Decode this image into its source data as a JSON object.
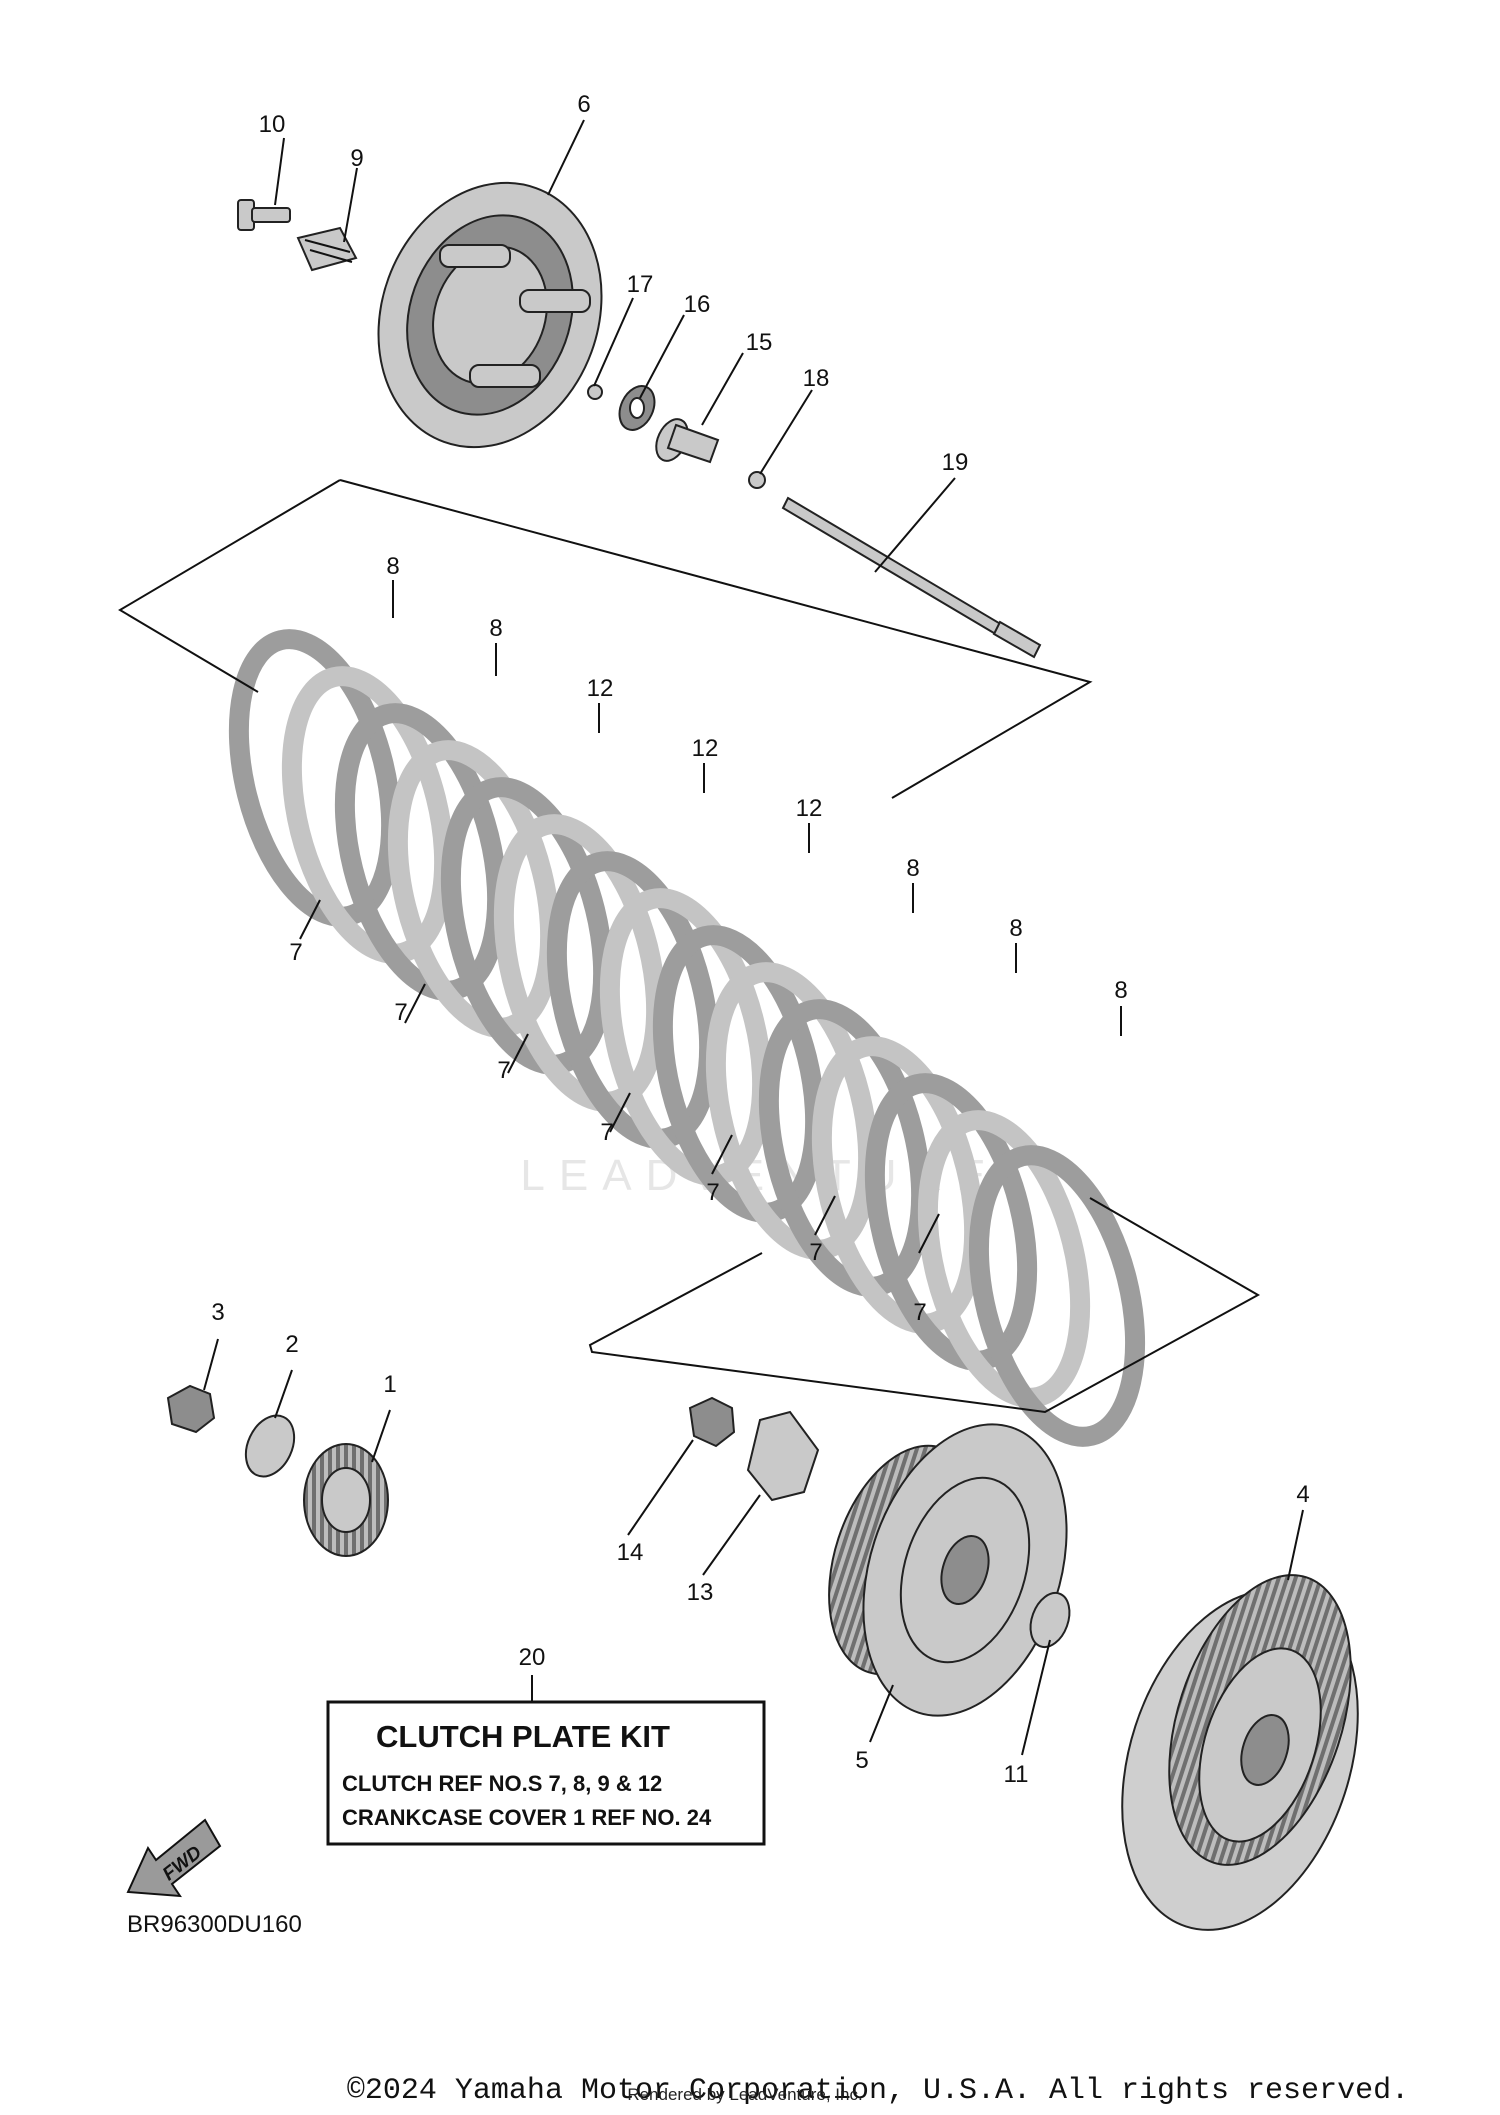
{
  "diagram": {
    "part_numbers": {
      "p1": "1",
      "p2": "2",
      "p3": "3",
      "p4": "4",
      "p5": "5",
      "p6": "6",
      "p9": "9",
      "p10": "10",
      "p11": "11",
      "p13": "13",
      "p14": "14",
      "p15": "15",
      "p16": "16",
      "p17": "17",
      "p18": "18",
      "p19": "19",
      "p20": "20",
      "plate7": "7",
      "plate8": "8",
      "plate12": "12"
    },
    "kit_box": {
      "title": "CLUTCH PLATE KIT",
      "line1": "CLUTCH  REF NO.S  7, 8, 9 & 12",
      "line2": "CRANKCASE COVER 1  REF NO.  24"
    },
    "fwd_label": "FWD",
    "diagram_code": "BR96300DU160",
    "watermark": "LEADVENTURE",
    "copyright": "©2024 Yamaha Motor Corporation, U.S.A. All rights reserved.",
    "rendered_by": "Rendered by LeadVenture, Inc."
  }
}
